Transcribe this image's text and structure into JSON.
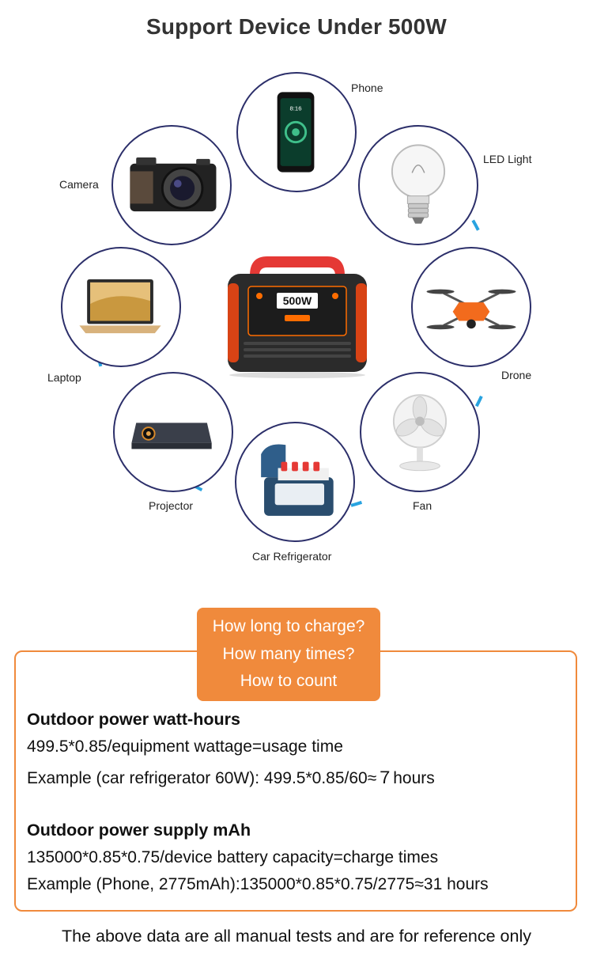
{
  "header": {
    "title": "Support Device Under 500W"
  },
  "hero": {
    "power_label": "500W"
  },
  "devices": [
    {
      "label": "Phone",
      "icon": "phone-icon"
    },
    {
      "label": "LED Light",
      "icon": "bulb-icon"
    },
    {
      "label": "Camera",
      "icon": "camera-icon"
    },
    {
      "label": "Laptop",
      "icon": "laptop-icon"
    },
    {
      "label": "Drone",
      "icon": "drone-icon"
    },
    {
      "label": "Projector",
      "icon": "projector-icon"
    },
    {
      "label": "Fan",
      "icon": "fan-icon"
    },
    {
      "label": "Car Refrigerator",
      "icon": "refrigerator-icon"
    }
  ],
  "questions": [
    "How long to charge?",
    "How many times?",
    "How to count"
  ],
  "sections": [
    {
      "heading": "Outdoor power watt-hours",
      "lines": [
        "499.5*0.85/equipment wattage=usage time",
        "Example (car refrigerator 60W): 499.5*0.85/60≈７hours"
      ]
    },
    {
      "heading": "Outdoor power supply mAh",
      "lines": [
        "135000*0.85*0.75/device battery capacity=charge times",
        "Example (Phone, 2775mAh):135000*0.85*0.75/2775≈31 hours"
      ]
    }
  ],
  "footer": {
    "note": "The above data are all manual tests and are for reference only"
  },
  "colors": {
    "accent": "#f08a3c",
    "ring": "#2c2f6a",
    "connector": "#29a3e0"
  }
}
